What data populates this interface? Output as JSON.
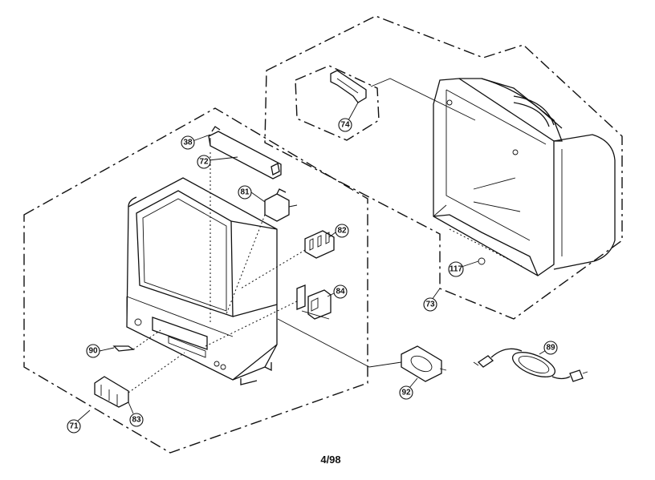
{
  "diagram": {
    "page_number": "4/98",
    "callouts": {
      "c38": "38",
      "c72": "72",
      "c81": "81",
      "c82": "82",
      "c84": "84",
      "c90": "90",
      "c71": "71",
      "c83": "83",
      "c74": "74",
      "c117": "117",
      "c73": "73",
      "c92": "92",
      "c89": "89"
    }
  }
}
